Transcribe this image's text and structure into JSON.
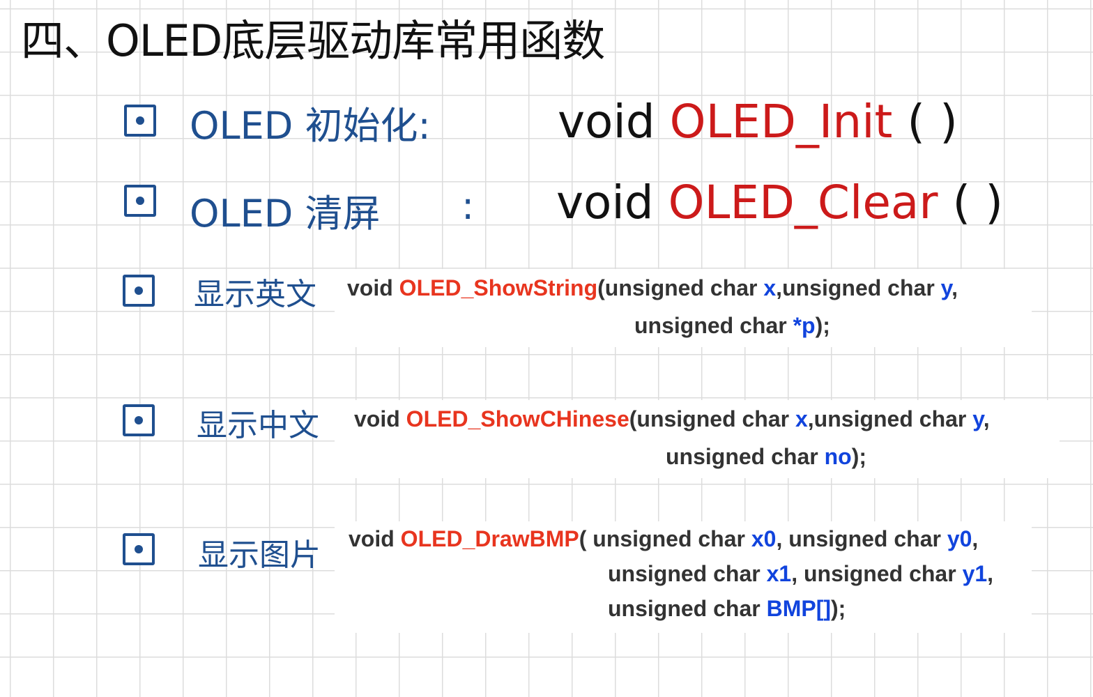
{
  "title": "四、OLED底层驱动库常用函数",
  "items": [
    {
      "label": "OLED 初始化:",
      "code_void": "void",
      "code_fn": "OLED_Init",
      "code_args": "( )"
    },
    {
      "label": "OLED 清屏",
      "colon": ":",
      "code_void": "void",
      "code_fn": "OLED_Clear",
      "code_args": "( )"
    },
    {
      "label": "显示英文"
    },
    {
      "label": "显示中文"
    },
    {
      "label": "显示图片"
    }
  ],
  "code": {
    "show_string": {
      "void": "void",
      "fn": "OLED_ShowString",
      "p1": "(unsigned char ",
      "x": "x",
      "p2": ",unsigned char ",
      "y": "y",
      "p3": ",",
      "p4": "unsigned char ",
      "p": "*p",
      "p5": ");"
    },
    "show_chinese": {
      "void": "void",
      "fn": "OLED_ShowCHinese",
      "p1": "(unsigned char ",
      "x": "x",
      "p2": ",unsigned char ",
      "y": "y",
      "p3": ",",
      "p4": "unsigned char ",
      "no": "no",
      "p5": ");"
    },
    "draw_bmp": {
      "void": "void",
      "fn": "OLED_DrawBMP",
      "p1": "( unsigned char ",
      "x0": "x0",
      "p2": ", unsigned char ",
      "y0": "y0",
      "p3": ",",
      "p4": "unsigned char ",
      "x1": "x1",
      "p5": ", unsigned char ",
      "y1": "y1",
      "p6": ",",
      "p7": "unsigned char ",
      "bmp": "BMP[]",
      "p8": ");"
    }
  },
  "colors": {
    "handwriting_blue": "#1f4f8f",
    "handwriting_red": "#cc1a1a",
    "code_function": "#e8351f",
    "code_param": "#1144dd"
  }
}
